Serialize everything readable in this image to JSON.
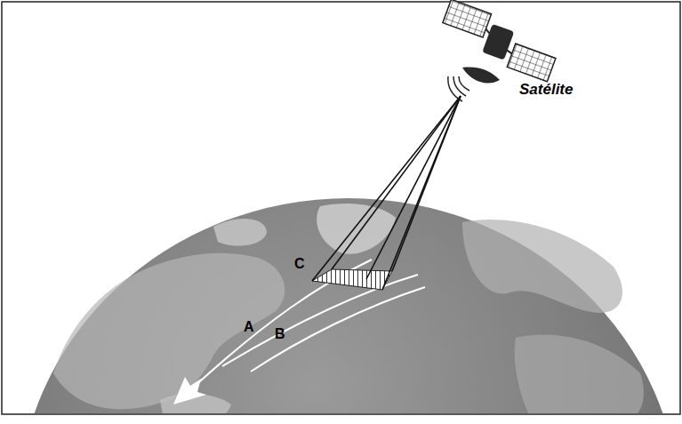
{
  "diagram": {
    "labels": [
      "Satélite",
      "C",
      "A",
      "B"
    ]
  }
}
